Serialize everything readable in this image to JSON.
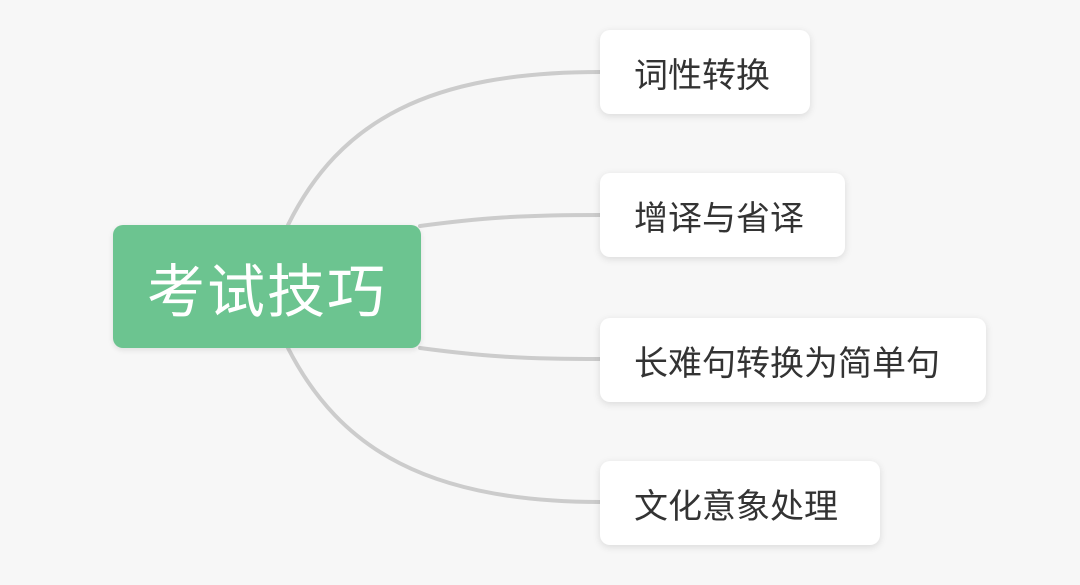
{
  "mindmap": {
    "root": {
      "label": "考试技巧"
    },
    "children": [
      {
        "label": "词性转换"
      },
      {
        "label": "增译与省译"
      },
      {
        "label": "长难句转换为简单句"
      },
      {
        "label": "文化意象处理"
      }
    ]
  },
  "colors": {
    "background": "#f7f7f7",
    "root_fill": "#6cc490",
    "root_text": "#ffffff",
    "child_fill": "#ffffff",
    "child_text": "#333333",
    "connector": "#cccccc"
  }
}
